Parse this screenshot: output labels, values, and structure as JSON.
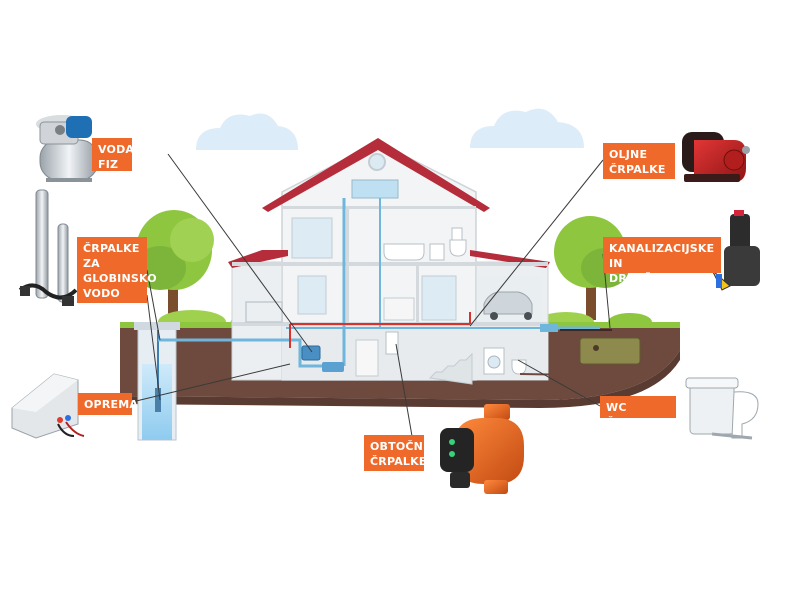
{
  "labels": {
    "voda": "VODA\nFIZ",
    "globinsko": "ČRPALKE\nZA\nGLOBINSKO\nVODO",
    "oprema": "OPREMA",
    "obtocne": "OBTOČNE\nČRPALKE",
    "oljne": "OLJNE\nČRPALKE",
    "kanalizacijske": "KANALIZACIJSKE IN\nDRENŽNE ČRPALKE",
    "wc": "WC ČRPALKE"
  },
  "icons": {
    "pressure_tank": "pressure-tank-pump-icon",
    "borehole": "borehole-pump-icon",
    "controller": "control-panel-icon",
    "circulator": "circulation-pump-icon",
    "oil": "oil-pump-icon",
    "sewage": "sewage-pump-icon",
    "wc": "macerator-toilet-icon"
  },
  "colors": {
    "label_bg": "#ef6a2a",
    "pipe_water": "#6fb6dd",
    "pipe_hot": "#d9312b",
    "roof": "#b52c3a",
    "ground": "#6e4a3e",
    "grass": "#8ec640"
  }
}
